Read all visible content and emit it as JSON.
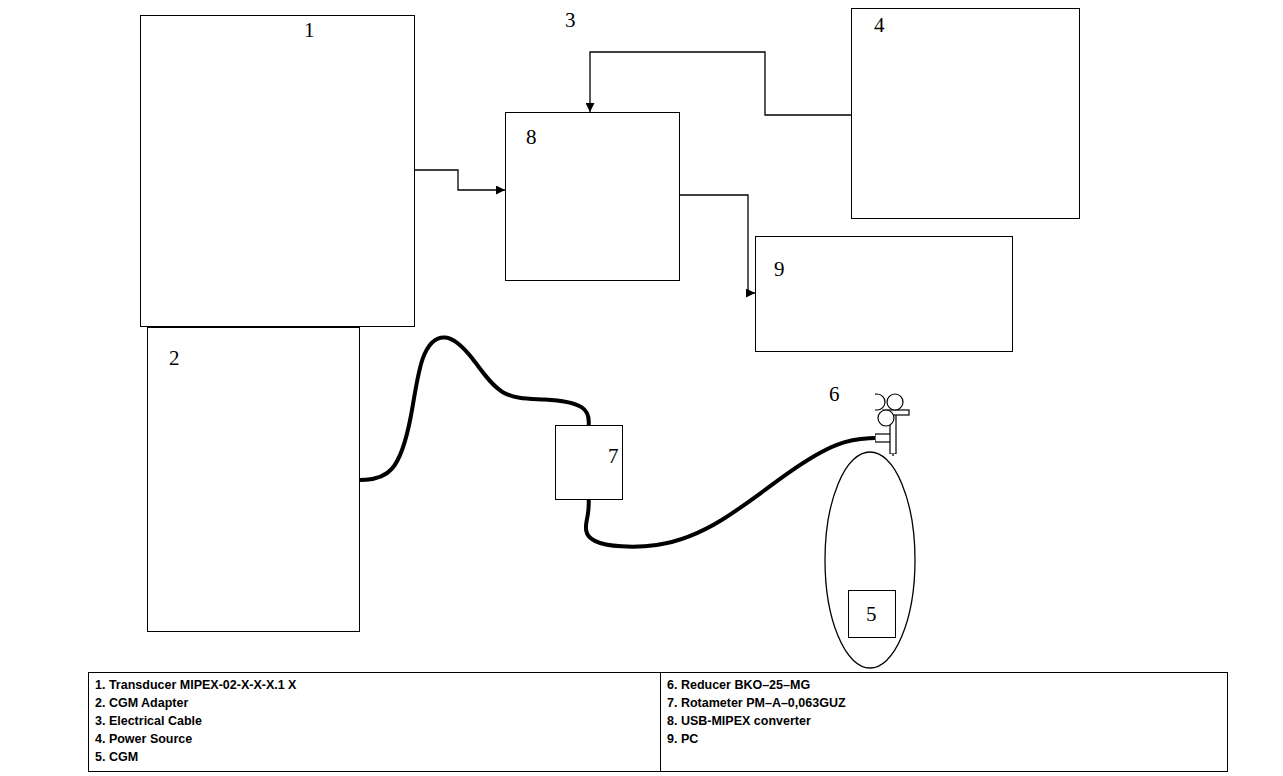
{
  "diagram": {
    "nodes": [
      {
        "text": [
          "1"
        ]
      },
      {
        "text": [
          "4"
        ]
      },
      {
        "text": [
          "8"
        ]
      },
      {
        "text": [
          "9"
        ]
      },
      {
        "text": [
          "2"
        ]
      },
      {
        "text": [
          "7"
        ]
      },
      {
        "text": [
          "6"
        ]
      },
      {
        "text": [
          "5"
        ]
      }
    ],
    "edges": [
      {
        "from": 0,
        "to": 2,
        "arrow": "to"
      },
      {
        "from": 1,
        "to": 2,
        "label": "3",
        "arrow": "to"
      },
      {
        "from": 2,
        "to": 3,
        "arrow": "to"
      },
      {
        "from": 4,
        "to": 5,
        "arrow": "none"
      },
      {
        "from": 5,
        "to": 6,
        "arrow": "none"
      }
    ],
    "labels": [
      "1. Transducer MIPEX-02-X-X-X.1 X",
      "2. CGM Adapter",
      "3. Electrical Cable",
      "4. Power Source",
      "5. CGM",
      "6. Reducer BKO–25–MG",
      "7. Rotameter PM–A–0,063GUZ",
      "8. USB-MIPEX converter",
      "9. PC"
    ]
  }
}
